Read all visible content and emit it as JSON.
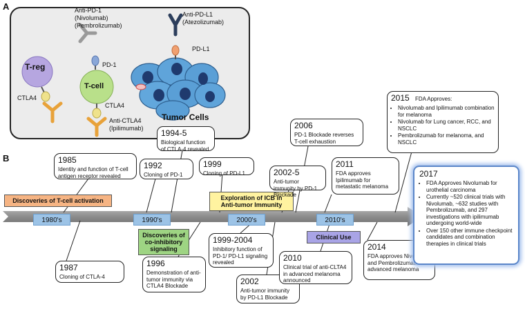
{
  "panel_a": {
    "label": "A",
    "treg": "T-reg",
    "tcell": "T-cell",
    "tumor": "Tumor Cells",
    "ctla4_left": "CTLA4",
    "ctla4_right": "CTLA4",
    "pd1": "PD-1",
    "pdl1": "PD-L1",
    "anti_pd1": "Anti-PD-1\n(Nivolumab)\n(Pembrolizumab)",
    "anti_pdl1": "Anti-PD-L1\n(Atezolizumab)",
    "anti_ctla4": "Anti-CTLA4\n(Ipilimumab)",
    "colors": {
      "treg": "#b6a6e0",
      "tcell": "#b9e08a",
      "tumor": "#5a9fd6",
      "antibody_gray": "#9a9a9a",
      "antibody_navy": "#2c3e5c",
      "antibody_orange": "#e8a23a",
      "receptor_yellow": "#efe28c",
      "pd1_blue": "#8aa7d8"
    }
  },
  "panel_b": {
    "label": "B",
    "eras": [
      "1980's",
      "1990's",
      "2000's",
      "2010's"
    ],
    "tags": {
      "tcell_activation": "Discoveries of T-cell activation",
      "coinhibitory": "Discoveries of\nco-inhibitory\nsignaling",
      "icb": "Exploration of ICB in\nAnti-tumor Immunity",
      "clinical": "Clinical Use"
    },
    "events": {
      "y1985": {
        "year": "1985",
        "text": "Identity and function of T-cell antigen receptor revealed"
      },
      "y1987": {
        "year": "1987",
        "text": "Cloning of CTLA-4"
      },
      "y1992": {
        "year": "1992",
        "text": "Cloning of PD-1"
      },
      "y1994": {
        "year": "1994-5",
        "text": "Biological function of CTLA-4 revealed"
      },
      "y1996": {
        "year": "1996",
        "text": "Demonstration of anti-tumor immunity via CTLA4 Blockade"
      },
      "y1999": {
        "year": "1999",
        "text": "Cloning of PD-L1"
      },
      "y1999_2004": {
        "year": "1999-2004",
        "text": "Inhibitory function of PD-1/ PD-L1 signaling revealed"
      },
      "y2002": {
        "year": "2002",
        "text": "Anti-tumor immunity by PD-L1 Blockade"
      },
      "y2002_5": {
        "year": "2002-5",
        "text": "Anti-tumor immunity by PD-1 Blockade"
      },
      "y2006": {
        "year": "2006",
        "text": "PD-1 Blockade reverses T-cell exhaustion"
      },
      "y2010": {
        "year": "2010",
        "text": "Clinical trial of anti-CLTA4 in advanced melanoma announced"
      },
      "y2011": {
        "year": "2011",
        "text": "FDA approves Ipilimumab for metastatic melanoma"
      },
      "y2014": {
        "year": "2014",
        "text": "FDA approves Nivolumab and Pembrolizumab for advanced melanoma"
      },
      "y2015": {
        "year": "2015",
        "heading": "FDA Approves:",
        "items": [
          "Nivolumab and Ipilimumab combination for melanoma",
          "Nivolumab for Lung cancer, RCC, and NSCLC",
          "Pembrolizumab for melanoma, and NSCLC"
        ]
      },
      "y2017": {
        "year": "2017",
        "items": [
          "FDA Approves Nivolumab for urothelial carcinoma",
          "Currently ~520 clinical trials with Nivolumab, ~632 studies with Pembrolizumab, and 297 investigations with ipilimumab undergoing world-wide",
          "Over 150 other immune checkpoint candidates and combination therapies in clinical trials"
        ]
      }
    },
    "colors": {
      "arrow": "#8c8c8c",
      "era": "#9cc3e6",
      "tag_orange": "#f6b483",
      "tag_green": "#9ed483",
      "tag_yellow": "#fff3a0",
      "tag_purple": "#a9a4e6",
      "highlight": "#5a86c9"
    }
  }
}
